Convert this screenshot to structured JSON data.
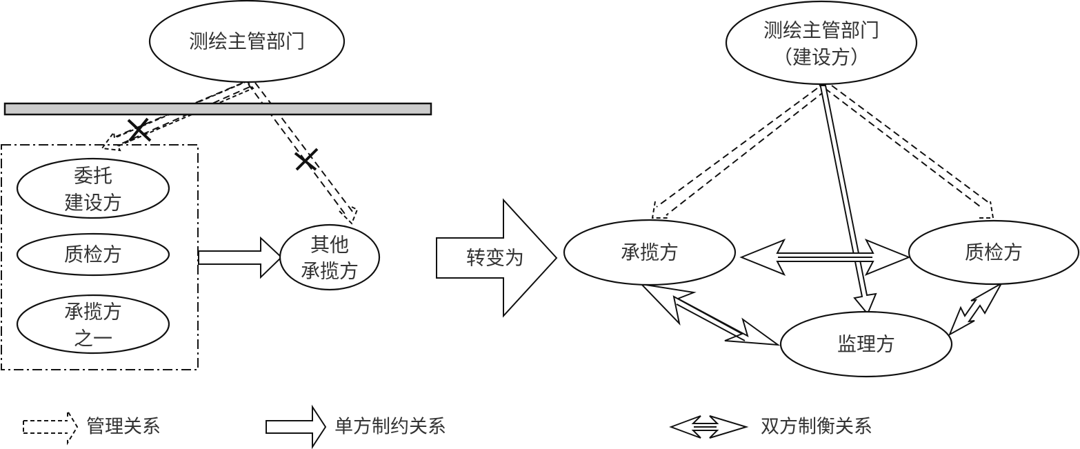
{
  "diagram": {
    "before": {
      "authority": {
        "label_lines": [
          "测绘主管部门"
        ]
      },
      "group": {
        "items": [
          {
            "label_lines": [
              "委托",
              "建设方"
            ]
          },
          {
            "label_lines": [
              "质检方"
            ]
          },
          {
            "label_lines": [
              "承揽方",
              "之一"
            ]
          }
        ]
      },
      "other_contractor": {
        "label_lines": [
          "其他",
          "承揽方"
        ]
      },
      "blocked_relations": [
        {
          "from": "测绘主管部门",
          "to": "group",
          "type": "管理关系",
          "blocked": true
        },
        {
          "from": "测绘主管部门",
          "to": "其他承揽方",
          "type": "管理关系",
          "blocked": true
        }
      ],
      "constraint": {
        "from": "group",
        "to": "其他承揽方",
        "type": "单方制约关系"
      }
    },
    "transition_label": "转变为",
    "after": {
      "authority": {
        "label_lines": [
          "测绘主管部门",
          "（建设方）"
        ]
      },
      "contractor": {
        "label_lines": [
          "承揽方"
        ]
      },
      "inspector": {
        "label_lines": [
          "质检方"
        ]
      },
      "supervisor": {
        "label_lines": [
          "监理方"
        ]
      },
      "relations": [
        {
          "from": "测绘主管部门（建设方）",
          "to": "承揽方",
          "type": "管理关系"
        },
        {
          "from": "测绘主管部门（建设方）",
          "to": "质检方",
          "type": "管理关系"
        },
        {
          "from": "测绘主管部门（建设方）",
          "to": "监理方",
          "type": "单方制约关系"
        },
        {
          "from": "承揽方",
          "to": "质检方",
          "type": "双方制衡关系"
        },
        {
          "from": "承揽方",
          "to": "监理方",
          "type": "双方制衡关系"
        },
        {
          "from": "质检方",
          "to": "监理方",
          "type": "双方制衡关系"
        }
      ]
    }
  },
  "legend": [
    {
      "icon": "dashed-arrow-icon",
      "label": "管理关系"
    },
    {
      "icon": "hollow-arrow-icon",
      "label": "单方制约关系"
    },
    {
      "icon": "double-arrow-icon",
      "label": "双方制衡关系"
    }
  ]
}
